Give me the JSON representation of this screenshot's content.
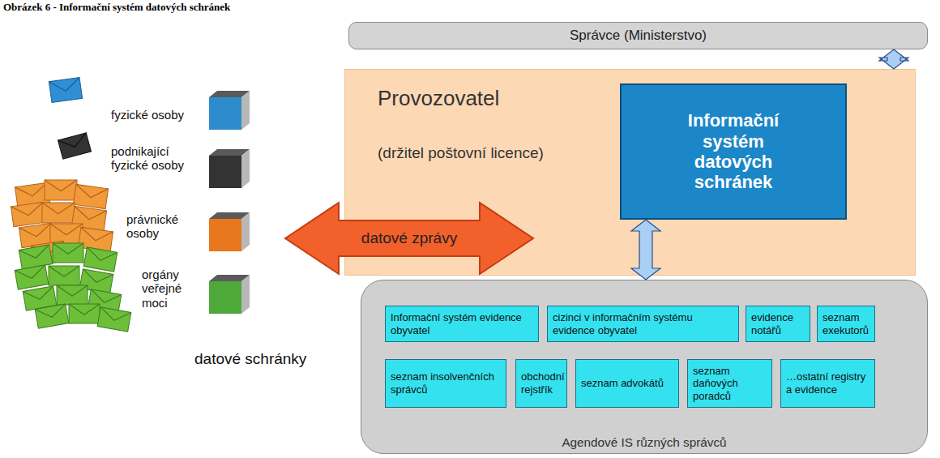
{
  "diagram": {
    "title": "Obrázek 6 - Informační systém datových schránek",
    "nodes": [
      {
        "text": [
          "Správce (Ministerstvo)"
        ]
      },
      {
        "text": [
          "Provozovatel",
          "(držitel poštovní licence)"
        ]
      },
      {
        "text": [
          "Informační systém datových schránek"
        ],
        "in": 1
      },
      {
        "text": [
          "datové zprávy"
        ]
      },
      {
        "text": [
          "Agendové IS různých správců"
        ]
      },
      {
        "text": [
          "Informační systém evidence obyvatel"
        ],
        "in": 4
      },
      {
        "text": [
          "cizinci v informačním systému evidence obyvatel"
        ],
        "in": 4
      },
      {
        "text": [
          "evidence notářů"
        ],
        "in": 4
      },
      {
        "text": [
          "seznam exekutorů"
        ],
        "in": 4
      },
      {
        "text": [
          "seznam insolvenčních správců"
        ],
        "in": 4
      },
      {
        "text": [
          "obchodní rejstřík"
        ],
        "in": 4
      },
      {
        "text": [
          "seznam advokátů"
        ],
        "in": 4
      },
      {
        "text": [
          "seznam daňových poradců"
        ],
        "in": 4
      },
      {
        "text": [
          "…ostatní registry a evidence"
        ],
        "in": 4
      }
    ],
    "edges": [
      {
        "from": 0,
        "to": 1,
        "arrow": "both"
      },
      {
        "from": 2,
        "to": 4,
        "arrow": "both"
      }
    ],
    "labels": [
      "fyzické osoby",
      "podnikající fyzické osoby",
      "právnické osoby",
      "orgány veřejné moci",
      "datové schránky"
    ]
  }
}
